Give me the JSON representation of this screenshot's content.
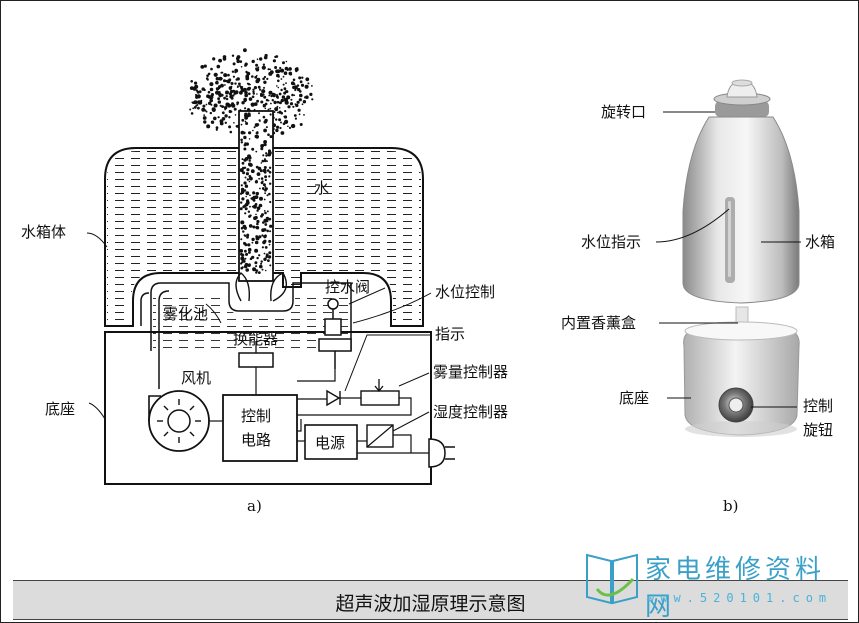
{
  "caption": "超声波加湿原理示意图",
  "logo": {
    "text": "家电维修资料网",
    "url": "www.520101.com"
  },
  "part_a": {
    "sublabel": "a)",
    "labels": {
      "water": "水",
      "tank_body": "水箱体",
      "atomizing_pool": "雾化池",
      "transducer": "换能器",
      "water_valve": "控水阀",
      "water_level_control": "水位控制",
      "indicator": "指示",
      "fan": "风机",
      "mist_controller": "雾量控制器",
      "humidity_controller": "湿度控制器",
      "base": "底座",
      "control_circuit_1": "控制",
      "control_circuit_2": "电路",
      "power": "电源"
    }
  },
  "part_b": {
    "sublabel": "b)",
    "labels": {
      "rotary_cap": "旋转口",
      "water_level_indicator": "水位指示",
      "water_tank": "水箱",
      "aroma_box": "内置香薰盒",
      "base": "底座",
      "control_knob_1": "控制",
      "control_knob_2": "旋钮"
    }
  }
}
